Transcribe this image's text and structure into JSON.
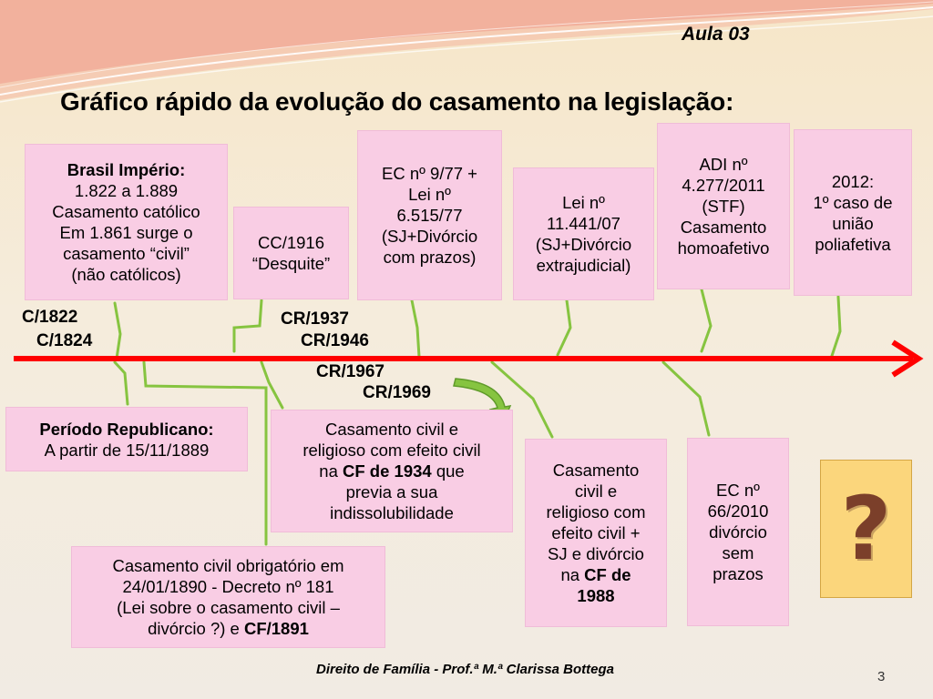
{
  "header": {
    "lesson": "Aula 03"
  },
  "title": "Gráfico rápido da evolução do casamento na legislação:",
  "timeline_labels": {
    "c1822": "C/1822",
    "c1824": "C/1824",
    "cr1937": "CR/1937",
    "cr1946": "CR/1946",
    "cr1967": "CR/1967",
    "cr1969": "CR/1969"
  },
  "boxes": {
    "imperio": {
      "heading": "Brasil Império:",
      "lines": [
        "1.822 a 1.889",
        "Casamento católico",
        "Em 1.861 surge o",
        "casamento “civil”",
        "(não católicos)"
      ]
    },
    "cc1916": {
      "lines": [
        "CC/1916",
        "“Desquite”"
      ]
    },
    "ec977": {
      "lines": [
        "EC nº 9/77 +",
        "Lei nº",
        "6.515/77",
        "(SJ+Divórcio",
        "com prazos)"
      ]
    },
    "lei11441": {
      "lines": [
        "Lei nº",
        "11.441/07",
        "(SJ+Divórcio",
        "extrajudicial)"
      ]
    },
    "adi4277": {
      "lines": [
        "ADI nº",
        "4.277/2011",
        "(STF)",
        "Casamento",
        "homoafetivo"
      ]
    },
    "y2012": {
      "lines": [
        "2012:",
        "1º caso de",
        "união",
        "poliafetiva"
      ]
    },
    "republicano": {
      "heading": "Período Republicano:",
      "line": "A partir de 15/11/1889"
    },
    "cf1934": {
      "line1": "Casamento civil e",
      "line2": "religioso com efeito civil",
      "line3_pre": "na ",
      "line3_bold": "CF de 1934",
      "line3_post": " que",
      "line4": "previa a sua",
      "line5": "indissolubilidade"
    },
    "cf1988": {
      "lines": [
        "Casamento",
        "civil e",
        "religioso com",
        "efeito civil +",
        "SJ e divórcio"
      ],
      "last_pre": "na ",
      "last_bold1": "CF de",
      "last_bold2": "1988"
    },
    "ec66": {
      "lines": [
        "EC nº",
        "66/2010",
        "divórcio",
        "sem",
        "prazos"
      ]
    },
    "decreto181": {
      "line1": "Casamento civil obrigatório em",
      "line2": "24/01/1890 - Decreto nº 181",
      "line3": "(Lei sobre o casamento civil –",
      "line4_pre": "divórcio ?) e ",
      "line4_bold": "CF/1891"
    }
  },
  "question_mark": "?",
  "footer": "Direito de Família - Prof.ª M.ª Clarissa Bottega",
  "page_number": "3",
  "colors": {
    "timeline": "#ff0000",
    "connector": "#86c440",
    "box_fill": "#f9cde4",
    "question_fill": "#fbd67c",
    "question_glyph": "#7b3f2a"
  }
}
